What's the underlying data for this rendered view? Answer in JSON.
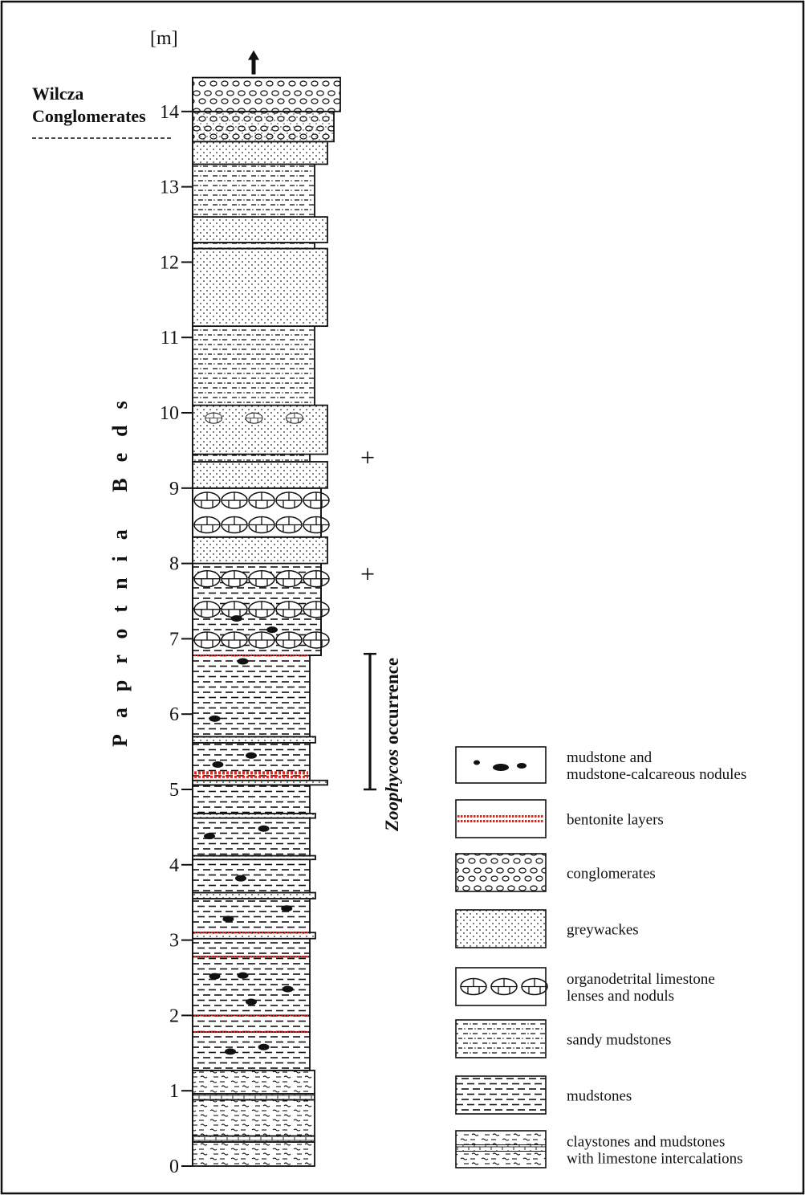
{
  "axis": {
    "unit": "[m]",
    "ticks": [
      "0",
      "1",
      "2",
      "3",
      "4",
      "5",
      "6",
      "7",
      "8",
      "9",
      "10",
      "11",
      "12",
      "13",
      "14"
    ]
  },
  "formations": {
    "upper_line1": "Wilcza",
    "upper_line2": "Conglomerates",
    "main": "Paprotnia Beds"
  },
  "occurrence": {
    "taxon": "Zoophycos",
    "suffix": " occurrence",
    "from_m": 5.0,
    "to_m": 6.8
  },
  "legend": [
    {
      "pattern": "nodules",
      "lines": [
        "mudstone and",
        "mudstone-calcareous nodules"
      ]
    },
    {
      "pattern": "bentonite",
      "lines": [
        "bentonite layers"
      ]
    },
    {
      "pattern": "conglomerates",
      "lines": [
        "conglomerates"
      ]
    },
    {
      "pattern": "greywackes",
      "lines": [
        "greywackes"
      ]
    },
    {
      "pattern": "limestone",
      "lines": [
        "organodetrital limestone",
        "lenses and noduls"
      ]
    },
    {
      "pattern": "sandy-mudstones",
      "lines": [
        "sandy  mudstones"
      ]
    },
    {
      "pattern": "mudstones",
      "lines": [
        "mudstones"
      ]
    },
    {
      "pattern": "claystones",
      "lines": [
        "claystones and  mudstones",
        "with limestone intercalations"
      ]
    }
  ],
  "markers": {
    "plus": "+",
    "plus_heights_m": [
      9.4,
      7.85
    ]
  },
  "colors": {
    "bentonite": "#e8221a",
    "line": "#111111"
  },
  "column": {
    "layers": [
      {
        "bottom": 0.0,
        "top": 0.32,
        "lithology": "claystones"
      },
      {
        "bottom": 0.32,
        "top": 0.4,
        "lithology": "limestone-band"
      },
      {
        "bottom": 0.4,
        "top": 0.88,
        "lithology": "claystones"
      },
      {
        "bottom": 0.88,
        "top": 0.96,
        "lithology": "limestone-band"
      },
      {
        "bottom": 0.96,
        "top": 1.27,
        "lithology": "claystones"
      },
      {
        "bottom": 1.27,
        "top": 1.78,
        "lithology": "mudstones"
      },
      {
        "bottom": 1.78,
        "top": 2.0,
        "lithology": "mudstones"
      },
      {
        "bottom": 2.0,
        "top": 2.78,
        "lithology": "mudstones"
      },
      {
        "bottom": 2.78,
        "top": 3.02,
        "lithology": "mudstones"
      },
      {
        "bottom": 3.02,
        "top": 3.1,
        "lithology": "greywackes",
        "wide": true
      },
      {
        "bottom": 3.1,
        "top": 3.55,
        "lithology": "mudstones"
      },
      {
        "bottom": 3.55,
        "top": 3.63,
        "lithology": "greywackes",
        "wide": true
      },
      {
        "bottom": 3.63,
        "top": 4.07,
        "lithology": "mudstones"
      },
      {
        "bottom": 4.07,
        "top": 4.12,
        "lithology": "greywackes",
        "wide": true
      },
      {
        "bottom": 4.12,
        "top": 4.62,
        "lithology": "mudstones"
      },
      {
        "bottom": 4.62,
        "top": 4.68,
        "lithology": "greywackes",
        "wide": true
      },
      {
        "bottom": 4.68,
        "top": 5.06,
        "lithology": "mudstones"
      },
      {
        "bottom": 5.06,
        "top": 5.12,
        "lithology": "greywackes",
        "wide2": true
      },
      {
        "bottom": 5.12,
        "top": 5.62,
        "lithology": "mudstones"
      },
      {
        "bottom": 5.62,
        "top": 5.7,
        "lithology": "greywackes",
        "wide": true
      },
      {
        "bottom": 5.7,
        "top": 6.78,
        "lithology": "mudstones"
      },
      {
        "bottom": 6.78,
        "top": 8.0,
        "lithology": "limestone-mud"
      },
      {
        "bottom": 8.0,
        "top": 8.35,
        "lithology": "greywackes",
        "wide2": true
      },
      {
        "bottom": 8.35,
        "top": 9.0,
        "lithology": "limestone"
      },
      {
        "bottom": 9.0,
        "top": 9.35,
        "lithology": "greywackes",
        "wide2": true
      },
      {
        "bottom": 9.35,
        "top": 9.45,
        "lithology": "sandy-mudstones"
      },
      {
        "bottom": 9.45,
        "top": 10.1,
        "lithology": "greywackes-limestone",
        "wide2": true
      },
      {
        "bottom": 10.1,
        "top": 11.15,
        "lithology": "sandy-mudstones"
      },
      {
        "bottom": 11.15,
        "top": 12.18,
        "lithology": "greywackes",
        "wide2": true
      },
      {
        "bottom": 12.18,
        "top": 12.26,
        "lithology": "sandy-mudstones"
      },
      {
        "bottom": 12.26,
        "top": 12.6,
        "lithology": "greywackes",
        "wide2": true
      },
      {
        "bottom": 12.6,
        "top": 13.3,
        "lithology": "sandy-mudstones"
      },
      {
        "bottom": 13.3,
        "top": 13.6,
        "lithology": "greywackes",
        "wide2": true
      },
      {
        "bottom": 13.6,
        "top": 14.0,
        "lithology": "conglomerate-sand",
        "wide3": true
      },
      {
        "bottom": 14.0,
        "top": 14.45,
        "lithology": "conglomerates",
        "wide4": true
      }
    ],
    "bentonite_heights_m": [
      1.78,
      2.0,
      2.78,
      3.1,
      5.22,
      6.78
    ],
    "nodules": [
      [
        1.52,
        0.3
      ],
      [
        1.58,
        0.62
      ],
      [
        2.18,
        0.5
      ],
      [
        2.35,
        0.85
      ],
      [
        2.52,
        0.15
      ],
      [
        2.53,
        0.42
      ],
      [
        3.28,
        0.28
      ],
      [
        3.42,
        0.84
      ],
      [
        3.82,
        0.4
      ],
      [
        4.38,
        0.1
      ],
      [
        4.48,
        0.62
      ],
      [
        5.33,
        0.18
      ],
      [
        5.45,
        0.5
      ],
      [
        5.94,
        0.15
      ],
      [
        6.7,
        0.42
      ],
      [
        7.12,
        0.7
      ],
      [
        7.27,
        0.36
      ]
    ]
  }
}
